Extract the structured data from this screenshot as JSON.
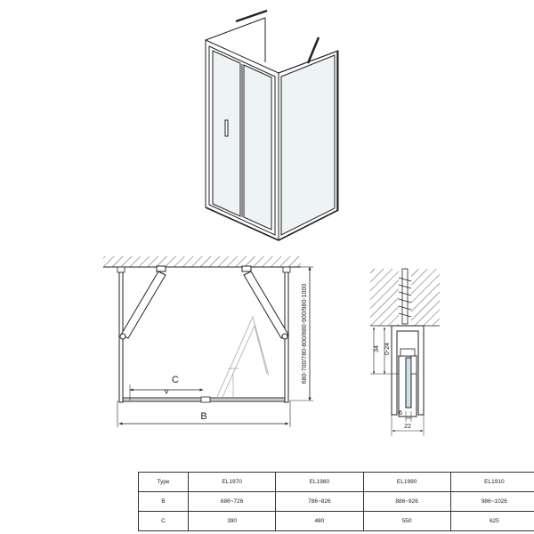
{
  "drawing": {
    "labels": {
      "dim_c": "C",
      "dim_b": "B",
      "height_range": "680-700/780-800/880-900/980-1000",
      "profile_34": "34",
      "profile_0_24": "0-24",
      "profile_6": "6",
      "profile_22": "22"
    }
  },
  "table": {
    "header": {
      "type": "Type",
      "models": [
        "EL1970",
        "EL1980",
        "EL1990",
        "EL1910"
      ]
    },
    "rows": [
      {
        "label": "B",
        "values": [
          "686~726",
          "786~826",
          "886~926",
          "986~1026"
        ]
      },
      {
        "label": "C",
        "values": [
          "390",
          "480",
          "550",
          "625"
        ]
      }
    ]
  }
}
